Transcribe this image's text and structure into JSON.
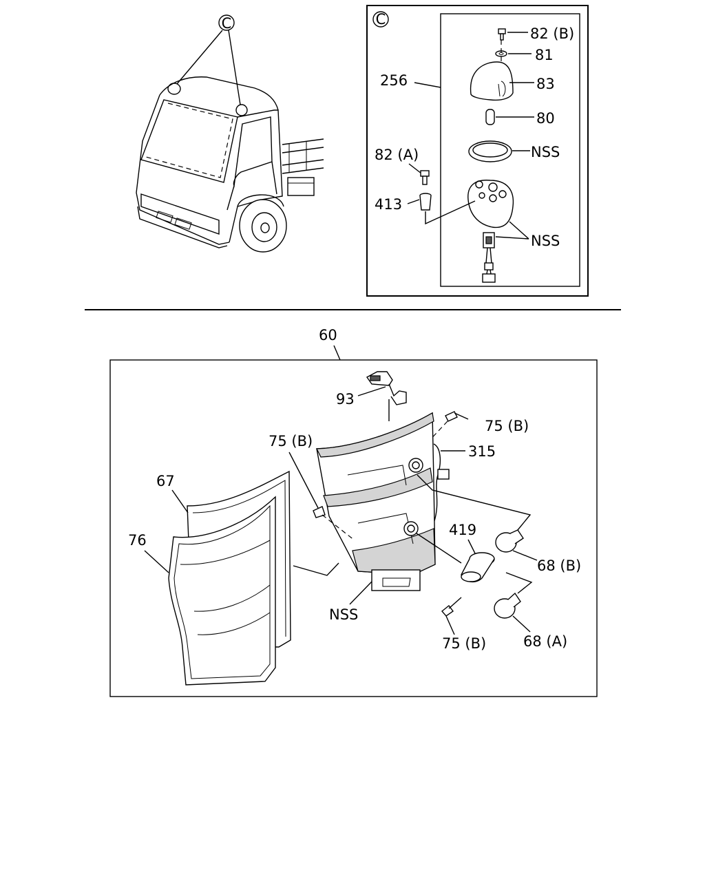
{
  "callout_c": "C",
  "inset_labels": {
    "screw_b": "82 (B)",
    "washer": "81",
    "lens": "83",
    "bulb": "80",
    "gasket": "NSS",
    "lamp_assy": "256",
    "screw_a": "82 (A)",
    "nut": "413",
    "harness": "NSS"
  },
  "main_labels": {
    "assembly": "60",
    "bracket": "93",
    "screw_top_right": "75 (B)",
    "screw_left": "75 (B)",
    "wiring": "315",
    "lens_outer": "67",
    "lens_inner": "76",
    "socket": "419",
    "bulb_b": "68 (B)",
    "housing_nss": "NSS",
    "screw_bottom": "75 (B)",
    "bulb_a": "68 (A)"
  }
}
